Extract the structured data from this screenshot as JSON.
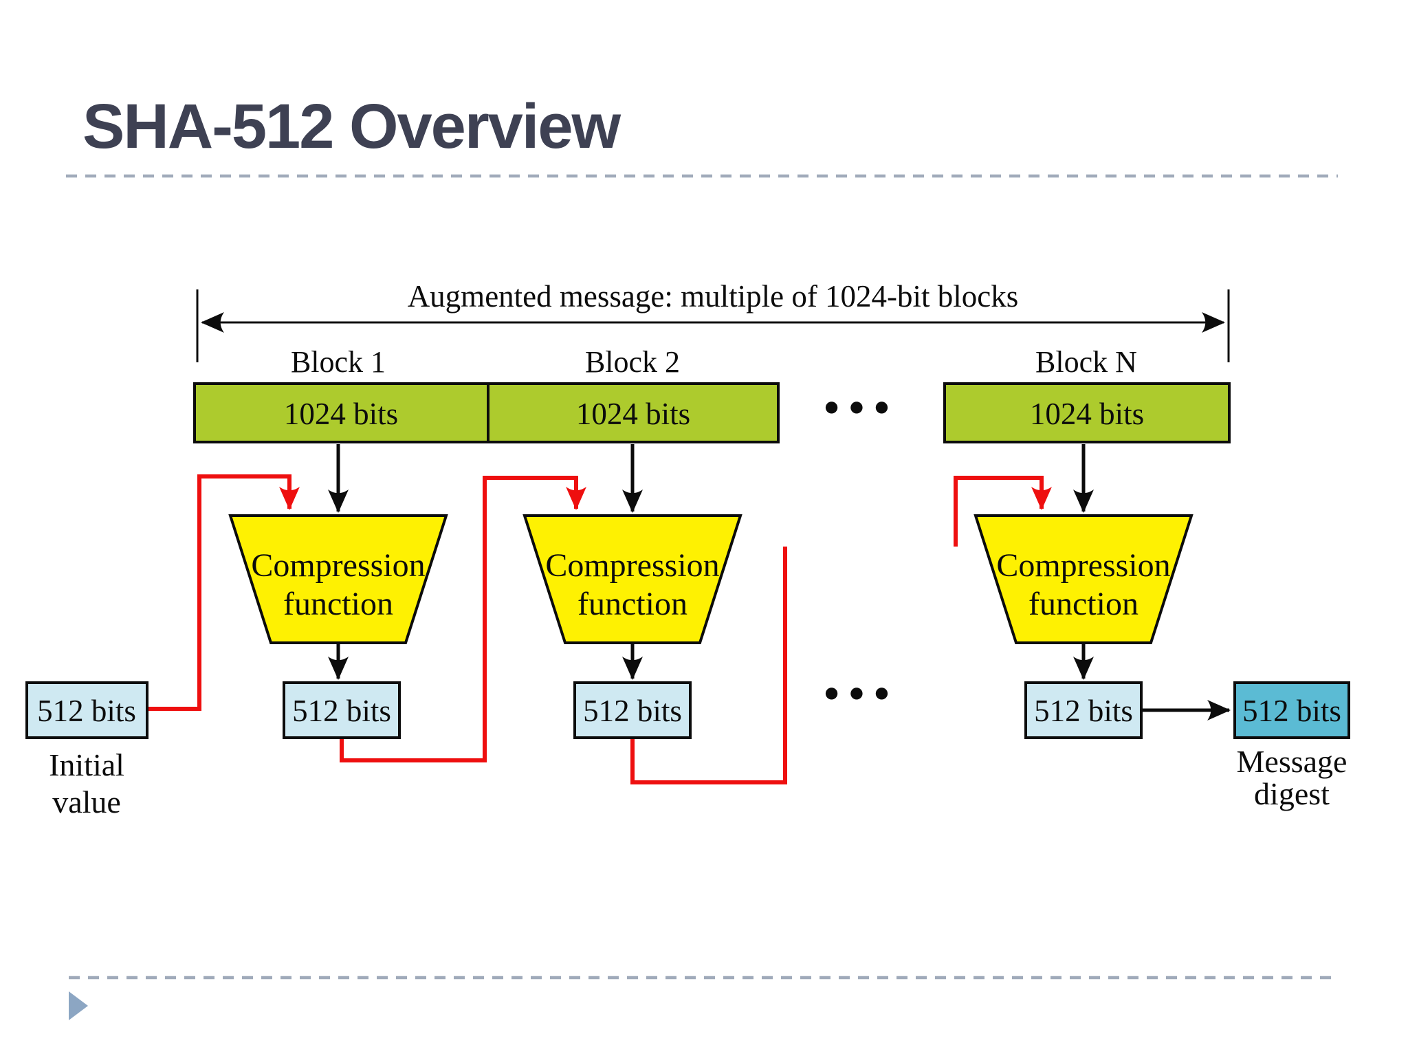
{
  "slide": {
    "title": "SHA-512 Overview"
  },
  "diagram": {
    "span_label": "Augmented message: multiple of 1024-bit blocks",
    "ellipsis_top": "•••",
    "ellipsis_bottom": "•••",
    "blocks": [
      {
        "label": "Block 1",
        "size": "1024 bits"
      },
      {
        "label": "Block 2",
        "size": "1024 bits"
      },
      {
        "label": "Block N",
        "size": "1024 bits"
      }
    ],
    "compression": {
      "line1": "Compression",
      "line2": "function"
    },
    "states": [
      "512 bits",
      "512 bits",
      "512 bits",
      "512 bits",
      "512 bits"
    ],
    "initial_value_label": {
      "line1": "Initial",
      "line2": "value"
    },
    "message_digest_label": {
      "line1": "Message",
      "line2": "digest"
    }
  },
  "colors": {
    "title": "#3e4153",
    "block_fill": "#adcb2d",
    "function_fill": "#fef102",
    "state_fill": "#cfe9f2",
    "digest_fill": "#5bbbd4",
    "arrow_red": "#ee0f0f",
    "line_black": "#0c0c0c",
    "divider": "#a0aaba",
    "bullet": "#8ca6c3"
  }
}
